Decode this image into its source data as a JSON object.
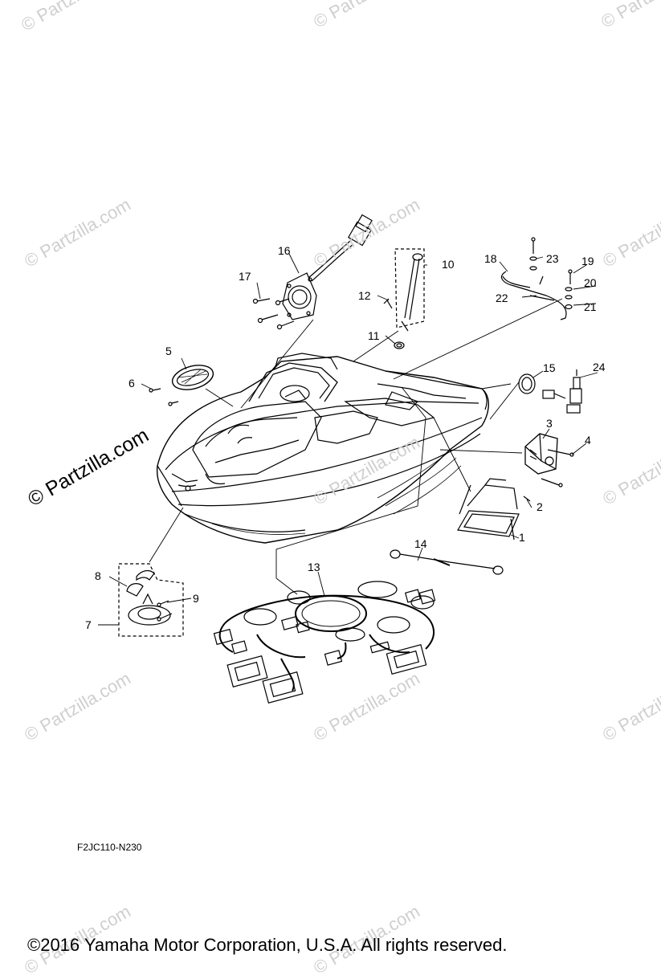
{
  "watermark": "© Partzilla.com",
  "diagram_code": "F2JC110-N230",
  "copyright": "©2016  Yamaha Motor Corporation, U.S.A. All rights reserved.",
  "callouts": [
    "1",
    "2",
    "3",
    "4",
    "5",
    "6",
    "7",
    "8",
    "9",
    "10",
    "11",
    "12",
    "13",
    "14",
    "15",
    "16",
    "17",
    "18",
    "19",
    "20",
    "21",
    "22",
    "23",
    "24"
  ]
}
